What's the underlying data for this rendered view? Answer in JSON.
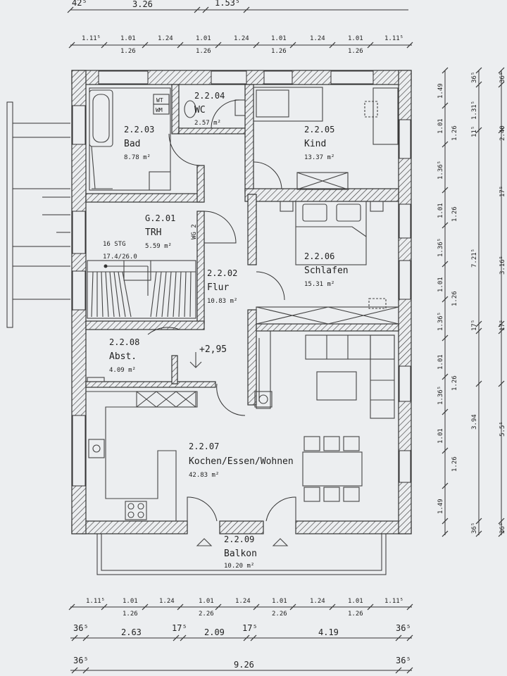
{
  "rooms": {
    "bad": {
      "id": "2.2.03",
      "name": "Bad",
      "area": "8.78 m²"
    },
    "wc": {
      "id": "2.2.04",
      "name": "WC",
      "area": "2.57 m²"
    },
    "kind": {
      "id": "2.2.05",
      "name": "Kind",
      "area": "13.37 m²"
    },
    "trh": {
      "id": "G.2.01",
      "name": "TRH",
      "area": "5.59 m²"
    },
    "flur": {
      "id": "2.2.02",
      "name": "Flur",
      "area": "10.83 m²"
    },
    "schlafen": {
      "id": "2.2.06",
      "name": "Schlafen",
      "area": "15.31 m²"
    },
    "abst": {
      "id": "2.2.08",
      "name": "Abst.",
      "area": "4.09 m²"
    },
    "kochen": {
      "id": "2.2.07",
      "name": "Kochen/Essen/Wohnen",
      "area": "42.83 m²"
    },
    "balkon": {
      "id": "2.2.09",
      "name": "Balkon",
      "area": "10.20 m²"
    }
  },
  "fixtures": {
    "wt": "WT",
    "wm": "WM",
    "wg": "WG 2"
  },
  "stair": {
    "count": "16 STG",
    "ratio": "17.4/26.0"
  },
  "level": {
    "marker": "+2,95"
  },
  "top_dims": {
    "row0": [
      "42⁵",
      "3.26",
      "1.53⁵"
    ],
    "row1_top": [
      "1.11⁵",
      "1.01",
      "1.24",
      "1.01",
      "1.24",
      "1.01",
      "1.24",
      "1.01",
      "1.11⁵"
    ],
    "row1_bottom": [
      "1.26",
      "1.26",
      "1.26",
      "1.26"
    ]
  },
  "bottom_dims": {
    "row1_top": [
      "1.11⁵",
      "1.01",
      "1.24",
      "1.01",
      "1.24",
      "1.01",
      "1.24",
      "1.01",
      "1.11⁵"
    ],
    "row1_bottom": [
      "1.26",
      "2.26",
      "2.26",
      "1.26"
    ],
    "row2": [
      "36⁵",
      "2.63",
      "17⁵",
      "2.09",
      "17⁵",
      "4.19",
      "36⁵"
    ],
    "row3": [
      "36⁵",
      "9.26",
      "36⁵"
    ]
  },
  "right_dims": {
    "col1": [
      "1.49",
      "1.01",
      "1.36⁵",
      "1.01",
      "1.36⁵",
      "1.01",
      "1.36⁵",
      "1.01",
      "1.36⁵",
      "1.01",
      "1.49"
    ],
    "col2": [
      "1.26",
      "1.26",
      "1.26",
      "1.26",
      "1.26"
    ],
    "col3": [
      "36⁵",
      "1.31⁵",
      "11⁵",
      "7.21⁵",
      "17⁵",
      "3.94",
      "36⁵"
    ],
    "col4": [
      "36⁵",
      "2.40",
      "17⁵",
      "3.16⁵",
      "17⁵",
      "5.5⁵",
      "36⁵"
    ]
  }
}
